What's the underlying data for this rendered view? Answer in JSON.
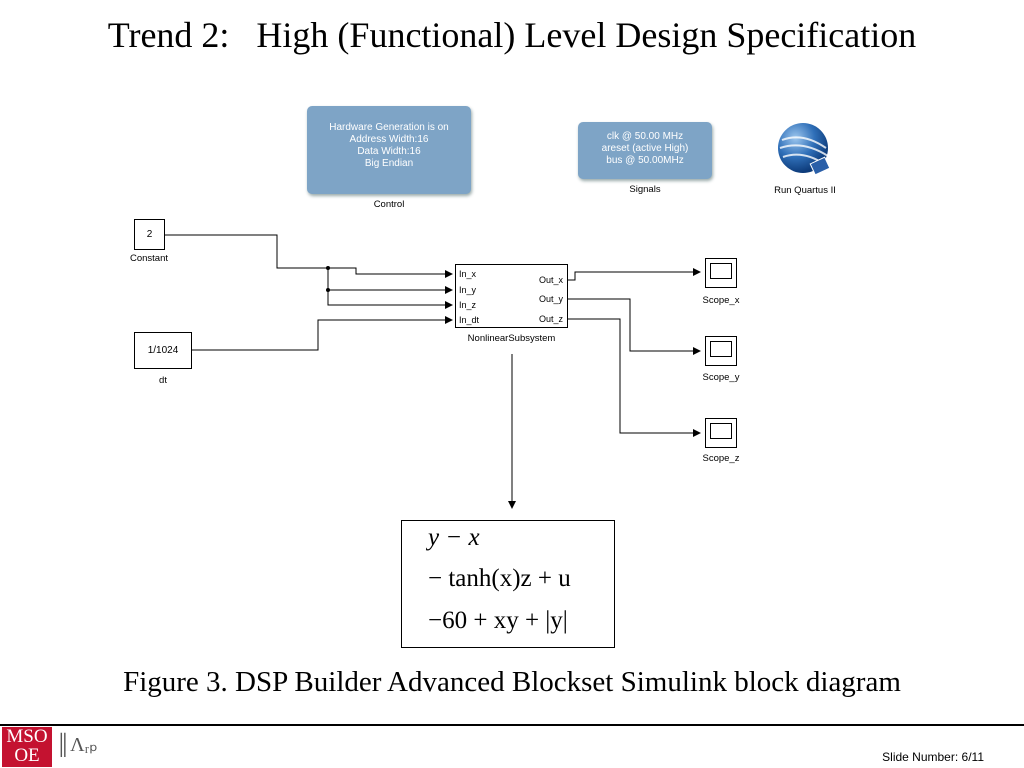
{
  "slide": {
    "title": "Trend 2:   High (Functional) Level Design Specification",
    "caption": "Figure 3. DSP Builder Advanced Blockset Simulink block diagram",
    "slide_number": "Slide Number: 6/11",
    "logo_text_top": "MSO",
    "logo_text_bottom": "OE",
    "logo_mark": "║Λᵣₚ"
  },
  "diagram": {
    "control": {
      "lines": [
        "Hardware Generation is on",
        "Address Width:16",
        "Data Width:16",
        "Big Endian"
      ],
      "label": "Control"
    },
    "signals": {
      "lines": [
        "clk @ 50.00 MHz",
        "areset (active High)",
        "bus @ 50.00MHz"
      ],
      "label": "Signals"
    },
    "quartus": {
      "label": "Run Quartus II",
      "icon": "quartus-globe-icon"
    },
    "constant": {
      "value": "2",
      "label": "Constant"
    },
    "dt": {
      "value": "1/1024",
      "label": "dt"
    },
    "subsystem": {
      "label": "NonlinearSubsystem",
      "inputs": [
        "In_x",
        "In_y",
        "In_z",
        "In_dt"
      ],
      "outputs": [
        "Out_x",
        "Out_y",
        "Out_z"
      ]
    },
    "scopes": [
      "Scope_x",
      "Scope_y",
      "Scope_z"
    ],
    "equations": [
      "y − x",
      "− tanh(x)z + u",
      "−60 + xy + |y|"
    ],
    "colors": {
      "panel": "#7ea4c6",
      "logo": "#c41230"
    }
  }
}
